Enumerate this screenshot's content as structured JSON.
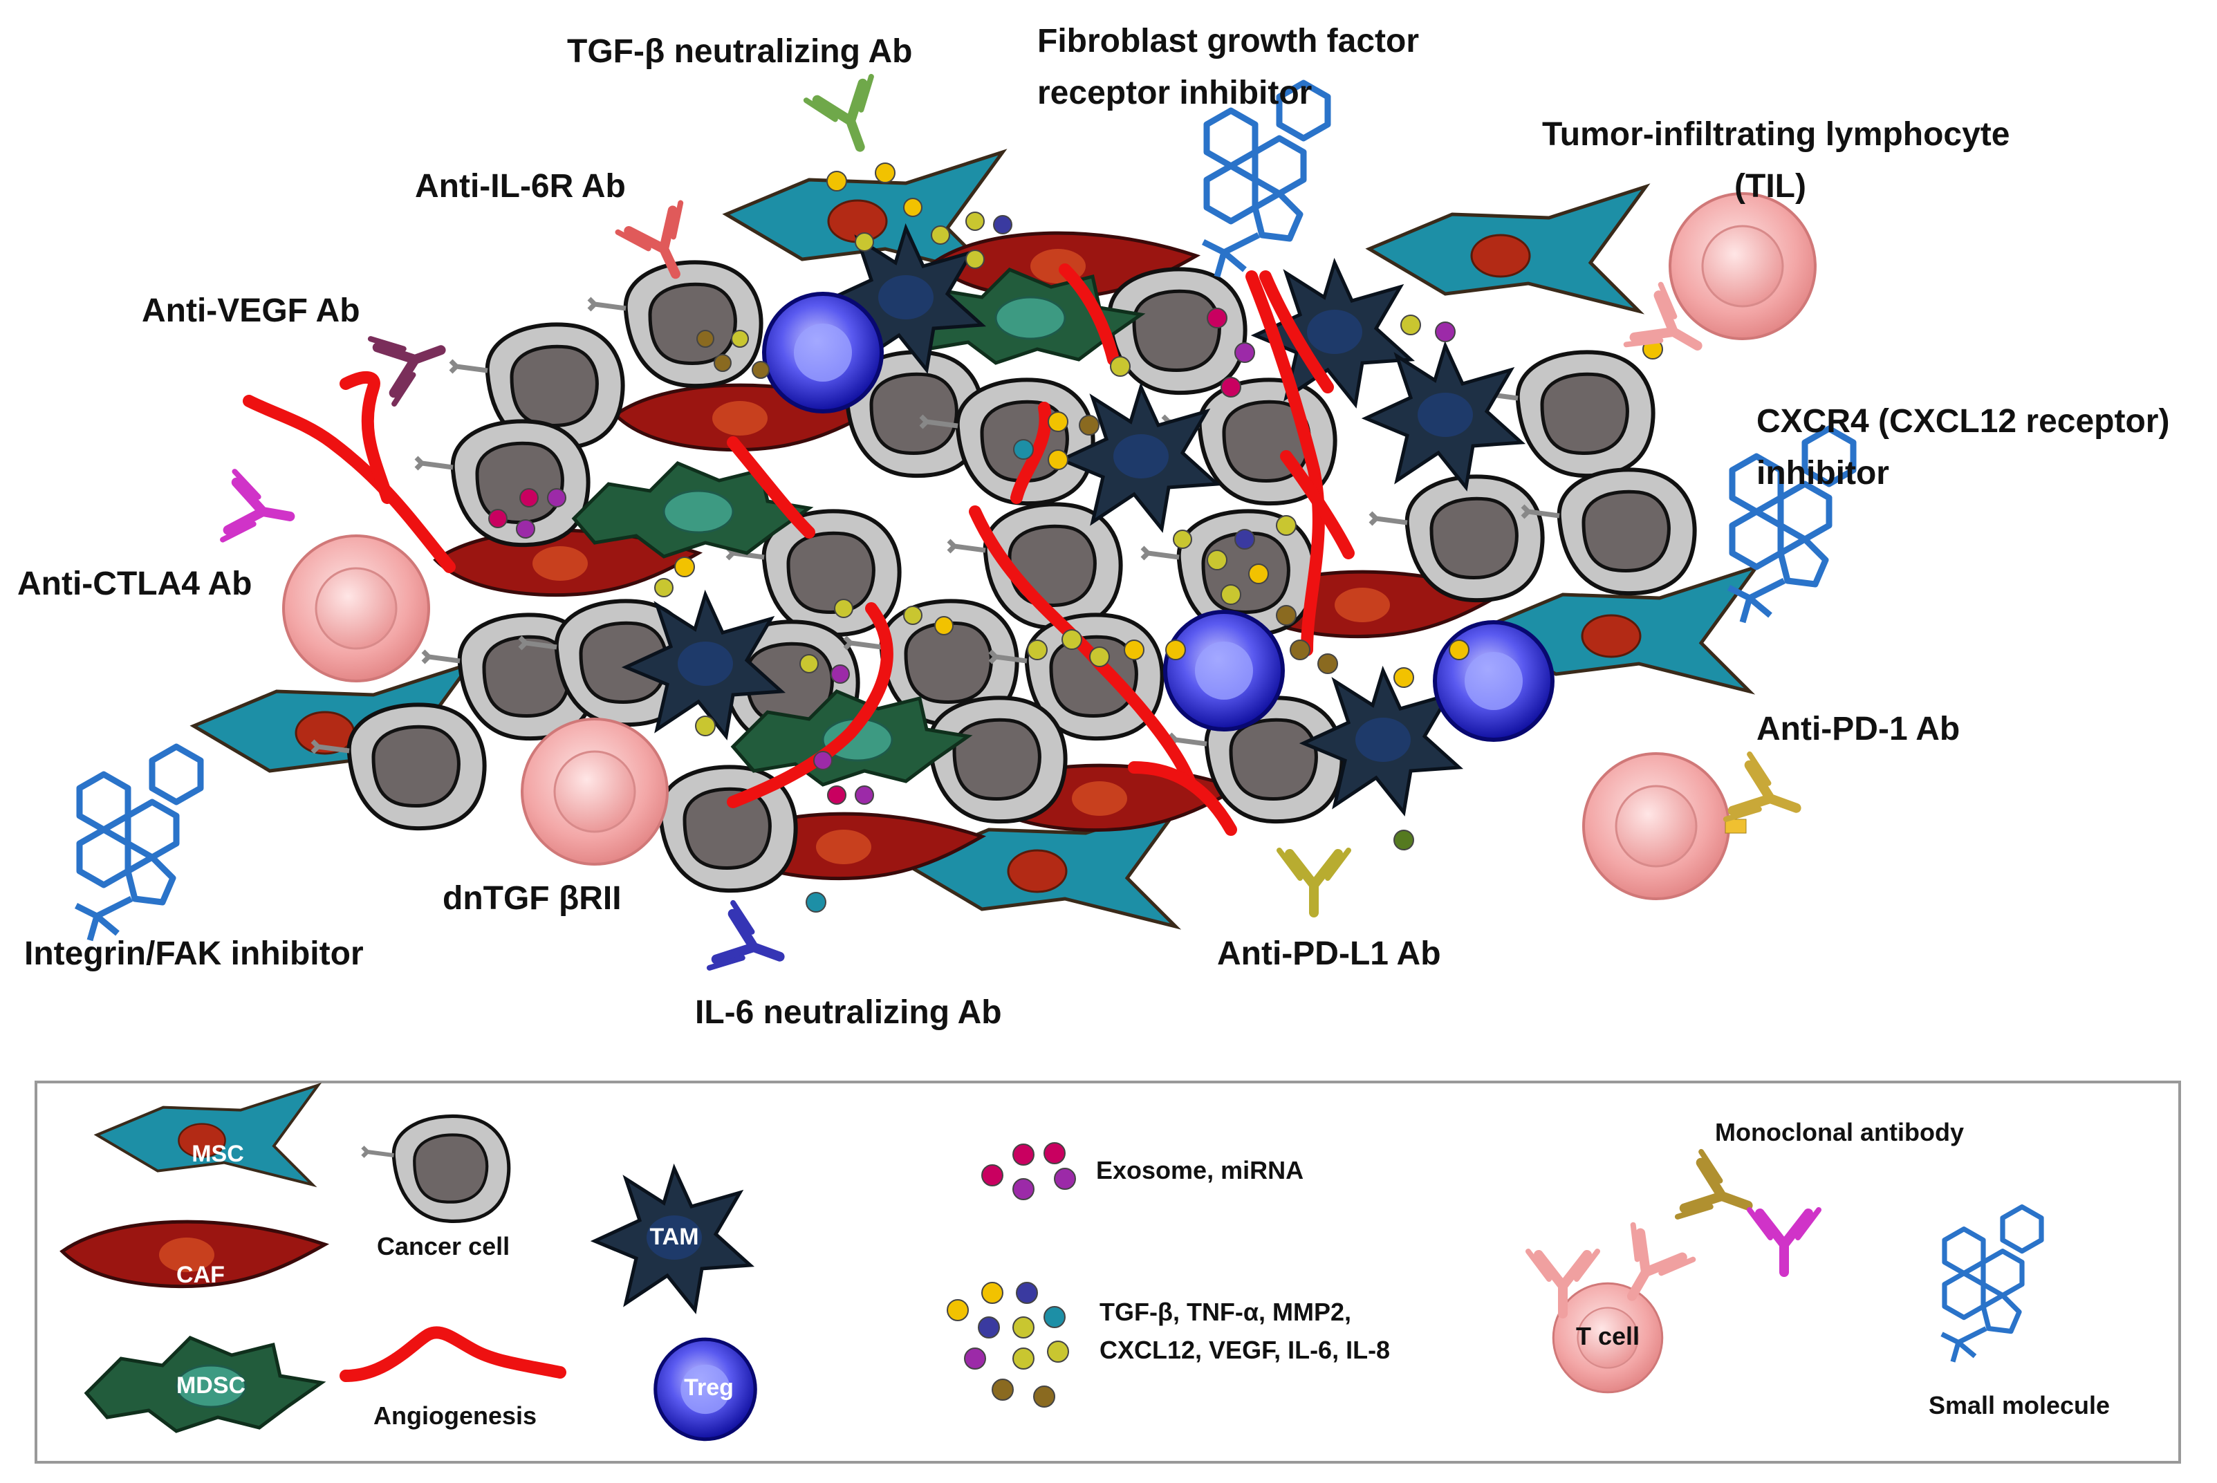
{
  "labels": {
    "tgfb_ab": "TGF-β neutralizing Ab",
    "fgfr_1": "Fibroblast growth factor",
    "fgfr_2": "receptor inhibitor",
    "til_1": "Tumor-infiltrating lymphocyte",
    "til_2": "(TIL)",
    "il6r": "Anti-IL-6R Ab",
    "vegf": "Anti-VEGF Ab",
    "cxcr4_1": "CXCR4 (CXCL12 receptor)",
    "cxcr4_2": "inhibitor",
    "ctla4": "Anti-CTLA4 Ab",
    "pd1": "Anti-PD-1 Ab",
    "dntgf": "dnTGF βRII",
    "integrin": "Integrin/FAK inhibitor",
    "pdl1": "Anti-PD-L1 Ab",
    "il6ab": "IL-6 neutralizing Ab"
  },
  "legend": {
    "msc": "MSC",
    "caf": "CAF",
    "mdsc": "MDSC",
    "cancer_cell": "Cancer cell",
    "angiogenesis": "Angiogenesis",
    "tam": "TAM",
    "treg": "Treg",
    "exosome": "Exosome, miRNA",
    "factors_1": "TGF-β, TNF-α, MMP2,",
    "factors_2": "CXCL12, VEGF, IL-6, IL-8",
    "mab": "Monoclonal antibody",
    "tcell": "T cell",
    "small_molecule": "Small molecule"
  },
  "colors": {
    "msc": "#1d8fa6",
    "caf": "#9b1511",
    "mdsc": "#225c3c",
    "cancer": "#c4c4c4",
    "nucleus": "#6b6464",
    "tam": "#1e3045",
    "treg": "#1313b4",
    "tcell": "#f2a5a5",
    "vessel": "#ee1111",
    "drug": "#2a73c9"
  }
}
